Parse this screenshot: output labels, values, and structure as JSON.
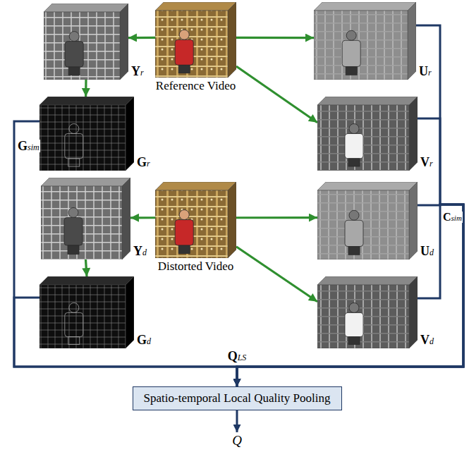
{
  "diagram": {
    "nodes": [
      {
        "text": [
          "Yr"
        ]
      },
      {
        "text": [
          "Reference Video"
        ]
      },
      {
        "text": [
          "Ur"
        ]
      },
      {
        "text": [
          "Gr"
        ]
      },
      {
        "text": [
          "Vr"
        ]
      },
      {
        "text": [
          "Yd"
        ]
      },
      {
        "text": [
          "Distorted Video"
        ]
      },
      {
        "text": [
          "Ud"
        ]
      },
      {
        "text": [
          "Gd"
        ]
      },
      {
        "text": [
          "Vd"
        ]
      },
      {
        "text": [
          "Spatio-temporal Local Quality Pooling"
        ]
      }
    ],
    "edges": [
      {
        "from": 1,
        "to": 0,
        "arrow": "to"
      },
      {
        "from": 1,
        "to": 2,
        "arrow": "to"
      },
      {
        "from": 1,
        "to": 4,
        "arrow": "to"
      },
      {
        "from": 0,
        "to": 3,
        "arrow": "to"
      },
      {
        "from": 6,
        "to": 5,
        "arrow": "to"
      },
      {
        "from": 6,
        "to": 7,
        "arrow": "to"
      },
      {
        "from": 6,
        "to": 9,
        "arrow": "to"
      },
      {
        "from": 5,
        "to": 8,
        "arrow": "to"
      },
      {
        "from": 3,
        "to": 10,
        "arrow": "to"
      },
      {
        "from": 8,
        "to": 10,
        "arrow": "to"
      },
      {
        "from": 2,
        "to": 10,
        "arrow": "to"
      },
      {
        "from": 4,
        "to": 10,
        "arrow": "to"
      },
      {
        "from": 7,
        "to": 10,
        "arrow": "to"
      },
      {
        "from": 9,
        "to": 10,
        "arrow": "to"
      }
    ],
    "labels": [
      "Gsim",
      "Csim",
      "QLS",
      "Q"
    ]
  }
}
